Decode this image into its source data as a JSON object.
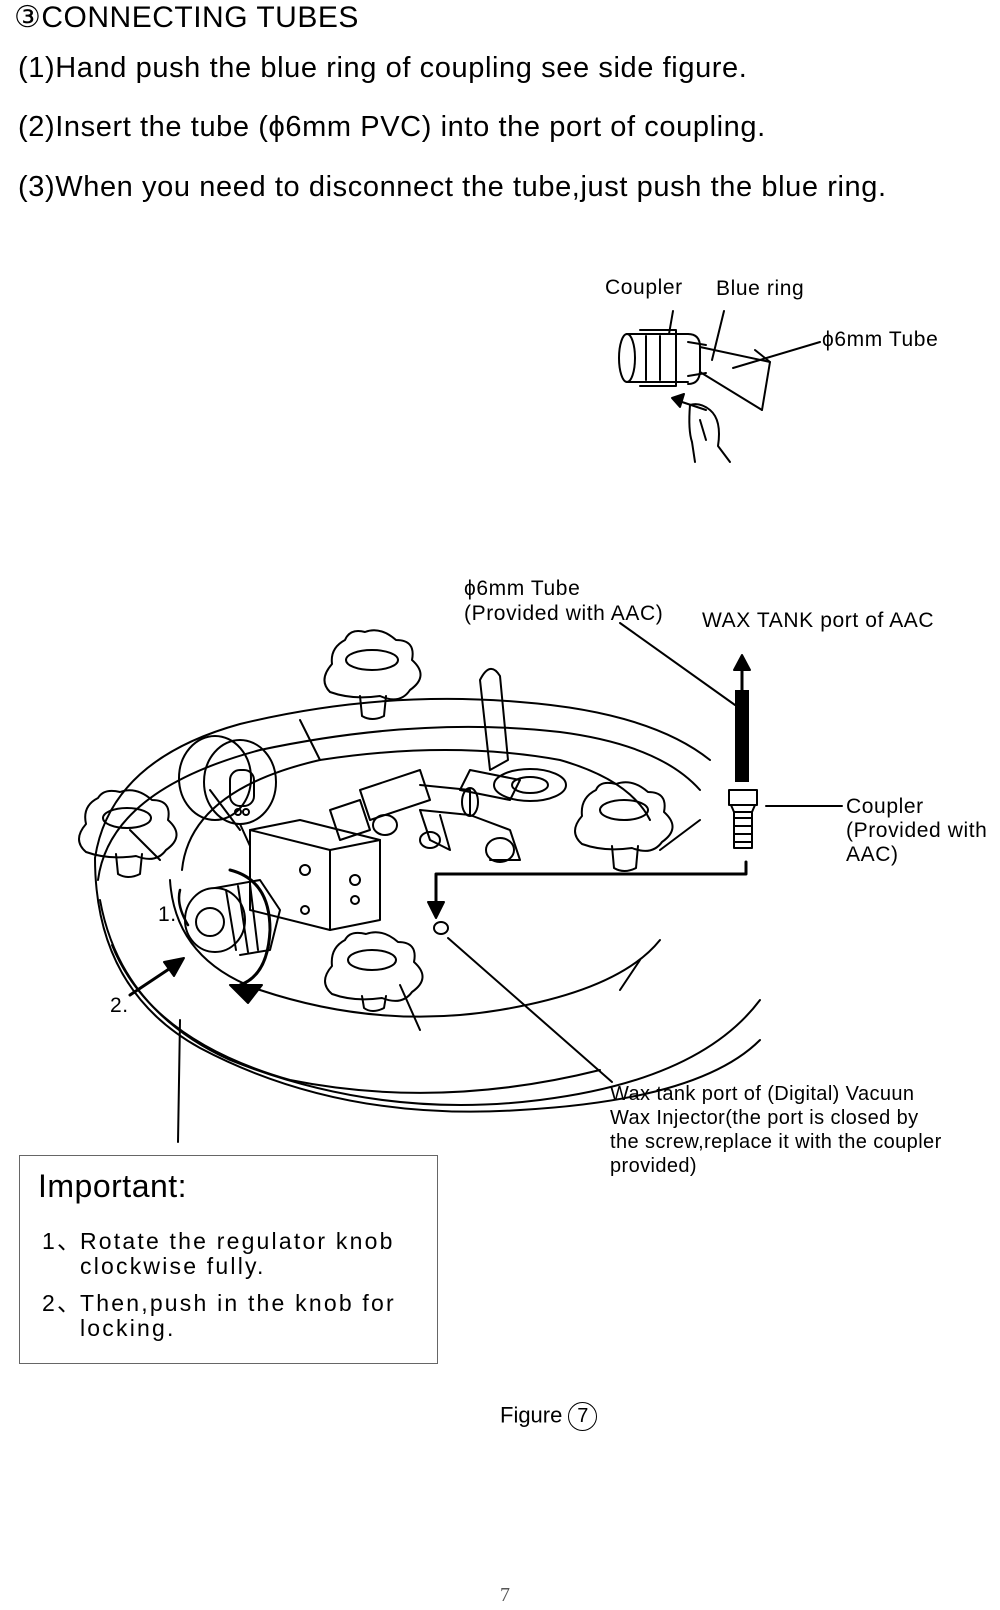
{
  "section": {
    "heading": "③CONNECTING TUBES",
    "steps": [
      "(1)Hand push the blue ring of coupling see side figure.",
      "(2)Insert the tube (ϕ6mm PVC)  into the port of coupling.",
      "(3)When you need to disconnect the tube,just push  the blue ring."
    ]
  },
  "small_figure": {
    "label_coupler": "Coupler",
    "label_blue_ring": "Blue ring",
    "label_tube": "ϕ6mm Tube"
  },
  "main_figure": {
    "tube_label": [
      "ϕ6mm Tube",
      "(Provided with AAC)"
    ],
    "wax_tank_port_aac": "WAX TANK port of AAC",
    "coupler_label": [
      "Coupler",
      "(Provided with",
      "AAC)"
    ],
    "wax_tank_injector": [
      "Wax tank port of (Digital) Vacuun",
      "Wax Injector(the port is closed by",
      "the screw,replace it with the coupler",
      "provided)"
    ],
    "marker_1": "1.",
    "marker_2": "2."
  },
  "important": {
    "title": "Important:",
    "items": [
      {
        "num": "1、",
        "lines": [
          "Rotate the regulator knob",
          "clockwise fully."
        ]
      },
      {
        "num": "2、",
        "lines": [
          "Then,push in the knob for",
          "locking."
        ]
      }
    ]
  },
  "figure_caption": {
    "text": "Figure",
    "number": "7"
  },
  "page_number": "7"
}
